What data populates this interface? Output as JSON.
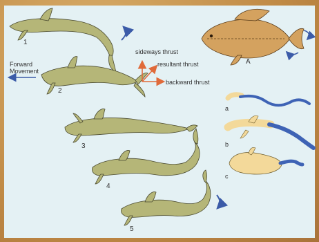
{
  "labels": {
    "forward_movement_1": "Forward",
    "forward_movement_2": "Movement",
    "sideways_thrust": "sideways thrust",
    "resultant_thrust": "resultant thrust",
    "backward_thrust": "backward thrust",
    "stage_1": "1",
    "stage_2": "2",
    "stage_3": "3",
    "stage_4": "4",
    "stage_5": "5",
    "fish_A": "A",
    "mode_a": "a",
    "mode_b": "b",
    "mode_c": "c"
  },
  "colors": {
    "background_border": "#c08a45",
    "panel": "#e4f1f4",
    "shark_body": "#b5b678",
    "shark_outline": "#4a4a30",
    "carp_body": "#d4a25f",
    "arrow_blue": "#3b5ba8",
    "arrow_orange": "#e06a3a",
    "wave_blue": "#3e63b5",
    "pale_fish": "#f3d99a"
  },
  "icons": {
    "forward_arrow": "arrow-left-icon",
    "rotation_arrow": "curved-arrow-icon",
    "thrust_vectors": "vector-arrows-icon"
  }
}
